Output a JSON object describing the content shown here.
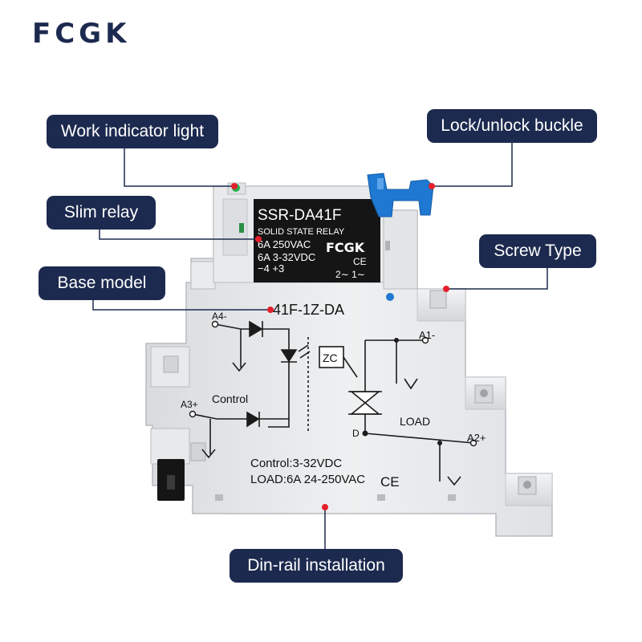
{
  "brand": {
    "logo_text": "FCGK"
  },
  "callouts": {
    "work_indicator": "Work indicator light",
    "lock_buckle": "Lock/unlock buckle",
    "slim_relay": "Slim relay",
    "screw_type": "Screw Type",
    "base_model": "Base model",
    "din_rail": "Din-rail installation"
  },
  "relay_label": {
    "model": "SSR-DA41F",
    "type": "SOLID STATE RELAY",
    "output_rating": "6A  250VAC",
    "input_rating": "6A  3-32VDC",
    "pins_left": "−4  +3",
    "brand": "FCGK",
    "cert": "CE",
    "pins_right": "2∼  1∼"
  },
  "base": {
    "model": "41F-1Z-DA",
    "terminal_a4": "A4-",
    "terminal_a3": "A3+",
    "terminal_a1": "A1-",
    "terminal_a2": "A2+",
    "zc_label": "ZC",
    "control_label": "Control",
    "load_label": "LOAD",
    "node_d": "D",
    "spec_control": "Control:3-32VDC",
    "spec_load": "LOAD:6A 24-250VAC",
    "cert": "CE"
  },
  "colors": {
    "navy": "#1d2a4f",
    "marker_red": "#e5202a",
    "buckle_blue": "#1f78d1",
    "led_green": "#22b14c",
    "relay_black": "#151515"
  }
}
